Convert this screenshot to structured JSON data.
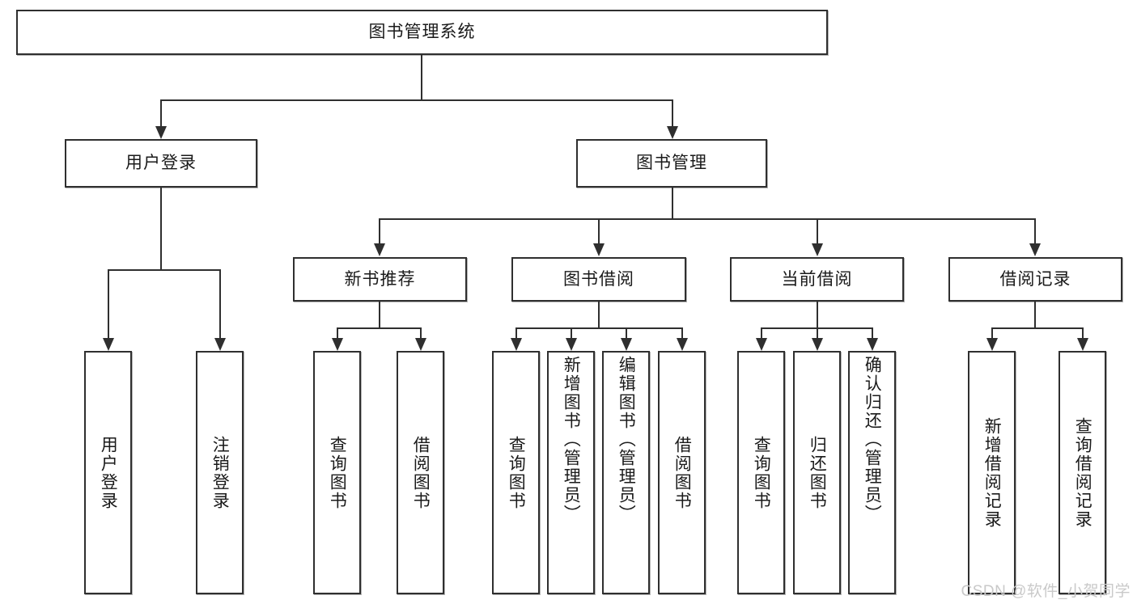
{
  "diagram": {
    "type": "tree-hierarchy-flowchart",
    "title": "图书管理系统",
    "orientation": "top-down",
    "watermark": "CSDN @软件_小贺同学",
    "colors": {
      "box_border": "#2f2f2f",
      "box_fill": "#ffffff",
      "connector": "#2f2f2f",
      "text": "#1a1a1a",
      "watermark": "#c9c9c9"
    },
    "levels": {
      "level1": "root",
      "level2": "modules",
      "level3": "submodules",
      "level4": "functions"
    }
  },
  "root": {
    "label": "图书管理系统"
  },
  "modules": [
    {
      "id": "user-login",
      "label": "用户登录"
    },
    {
      "id": "book-management",
      "label": "图书管理"
    }
  ],
  "submodules": [
    {
      "id": "new-book-recommend",
      "label": "新书推荐",
      "parent": "book-management"
    },
    {
      "id": "book-borrow",
      "label": "图书借阅",
      "parent": "book-management"
    },
    {
      "id": "current-borrow",
      "label": "当前借阅",
      "parent": "book-management"
    },
    {
      "id": "borrow-record",
      "label": "借阅记录",
      "parent": "book-management"
    }
  ],
  "leaves": {
    "user_login": [
      {
        "id": "leaf-user-login",
        "label": "用户登录",
        "align": "center"
      },
      {
        "id": "leaf-logout",
        "label": "注销登录",
        "align": "center"
      }
    ],
    "new_book_recommend": [
      {
        "id": "leaf-query-book-1",
        "label": "查询图书",
        "align": "center"
      },
      {
        "id": "leaf-borrow-book-1",
        "label": "借阅图书",
        "align": "center"
      }
    ],
    "book_borrow": [
      {
        "id": "leaf-query-book-2",
        "label": "查询图书",
        "align": "center"
      },
      {
        "id": "leaf-add-book",
        "label": "新增图书（管理员）",
        "align": "top"
      },
      {
        "id": "leaf-edit-book",
        "label": "编辑图书（管理员）",
        "align": "top"
      },
      {
        "id": "leaf-borrow-book-2",
        "label": "借阅图书",
        "align": "center"
      }
    ],
    "current_borrow": [
      {
        "id": "leaf-query-book-3",
        "label": "查询图书",
        "align": "center"
      },
      {
        "id": "leaf-return-book",
        "label": "归还图书",
        "align": "center"
      },
      {
        "id": "leaf-confirm-return",
        "label": "确认归还（管理员）",
        "align": "top"
      }
    ],
    "borrow_record": [
      {
        "id": "leaf-add-record",
        "label": "新增借阅记录",
        "align": "center"
      },
      {
        "id": "leaf-query-record",
        "label": "查询借阅记录",
        "align": "center"
      }
    ]
  }
}
